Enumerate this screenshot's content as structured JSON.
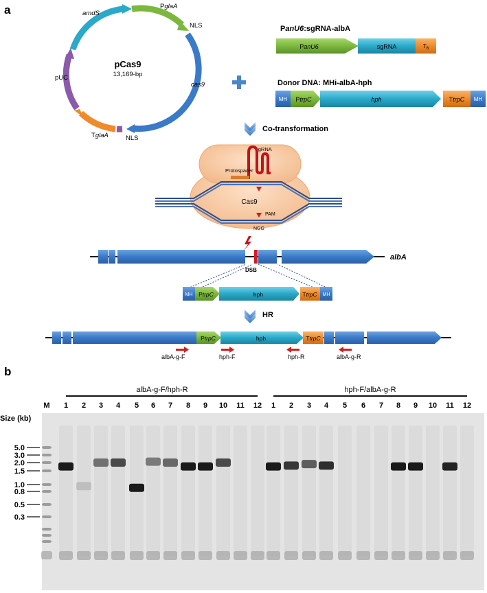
{
  "panel_a": {
    "label": "a",
    "plasmid": {
      "name": "pCas9",
      "size": "13,169-bp",
      "features": {
        "amds": "amdS",
        "pglaa_p": "P",
        "pglaa_glaa": "glaA",
        "nls_top": "NLS",
        "cas9": "cas9",
        "nls_bottom": "NLS",
        "tglaa_t": "T",
        "tglaa_glaa": "glaA",
        "puc": "pUC"
      }
    },
    "plus": "+",
    "sgrna_construct": {
      "title_p": "P",
      "title_anu6": "anU6",
      "title_rest": ":sgRNA-albA",
      "promoter_p": "P",
      "promoter_anu6": "anU6",
      "sgrna": "sgRNA",
      "terminator_t": "T",
      "terminator_sub": "6"
    },
    "donor": {
      "title": "Donor DNA: MHi-albA-hph",
      "mh_left": "MH",
      "ptrpc_p": "P",
      "ptrpc_trpc": "trpC",
      "hph": "hph",
      "ttrpc_t": "T",
      "ttrpc_trpc": "trpC",
      "mh_right": "MH"
    },
    "step_cotransformation": "Co-transformation",
    "complex": {
      "sgrna": "sgRNA",
      "protospacer": "Protospacer",
      "cas9": "Cas9",
      "pam": "PAM",
      "ngg": "NGG"
    },
    "locus": {
      "gene": "albA",
      "dsb": "DSB"
    },
    "donor_small": {
      "mh_left": "MH",
      "ptrpc_p": "P",
      "ptrpc_trpc": "trpC",
      "hph": "hph",
      "ttrpc_t": "T",
      "ttrpc_trpc": "trpC",
      "mh_right": "MH"
    },
    "step_hr": "HR",
    "recombined": {
      "ptrpc_p": "P",
      "ptrpc_trpc": "trpC",
      "hph": "hph",
      "ttrpc_t": "T",
      "ttrpc_trpc": "trpC"
    },
    "primers": [
      "albA-g-F",
      "hph-F",
      "hph-R",
      "albA-g-R"
    ]
  },
  "panel_b": {
    "label": "b",
    "size_label": "Size (kb)",
    "marker_label": "M",
    "group_left": "albA-g-F/hph-R",
    "group_right": "hph-F/albA-g-R",
    "lanes_left": [
      "1",
      "2",
      "3",
      "4",
      "5",
      "6",
      "7",
      "8",
      "9",
      "10",
      "11",
      "12"
    ],
    "lanes_right": [
      "1",
      "2",
      "3",
      "4",
      "5",
      "6",
      "7",
      "8",
      "9",
      "10",
      "11",
      "12"
    ],
    "ladder_sizes": [
      "5.0",
      "3.0",
      "2.0",
      "1.5",
      "1.0",
      "0.8",
      "0.5",
      "0.3"
    ],
    "bands_left": [
      {
        "lane": 1,
        "size_kb": 1.75,
        "intensity": 1.0
      },
      {
        "lane": 2,
        "size_kb": 0.95,
        "intensity": 0.15
      },
      {
        "lane": 3,
        "size_kb": 2.0,
        "intensity": 0.55
      },
      {
        "lane": 4,
        "size_kb": 2.0,
        "intensity": 0.75
      },
      {
        "lane": 5,
        "size_kb": 0.9,
        "intensity": 1.0
      },
      {
        "lane": 6,
        "size_kb": 2.1,
        "intensity": 0.5
      },
      {
        "lane": 7,
        "size_kb": 2.0,
        "intensity": 0.6
      },
      {
        "lane": 8,
        "size_kb": 1.75,
        "intensity": 1.0
      },
      {
        "lane": 9,
        "size_kb": 1.75,
        "intensity": 1.0
      },
      {
        "lane": 10,
        "size_kb": 2.0,
        "intensity": 0.75
      }
    ],
    "bands_right": [
      {
        "lane": 1,
        "size_kb": 1.75,
        "intensity": 1.0
      },
      {
        "lane": 2,
        "size_kb": 1.8,
        "intensity": 0.85
      },
      {
        "lane": 3,
        "size_kb": 1.9,
        "intensity": 0.65
      },
      {
        "lane": 4,
        "size_kb": 1.8,
        "intensity": 0.9
      },
      {
        "lane": 8,
        "size_kb": 1.75,
        "intensity": 1.0
      },
      {
        "lane": 9,
        "size_kb": 1.75,
        "intensity": 1.0
      },
      {
        "lane": 11,
        "size_kb": 1.75,
        "intensity": 0.95
      }
    ],
    "colors": {
      "band": "#1a1a1a",
      "gel": "#e6e6e6"
    }
  },
  "colors": {
    "blue": "#3a7ac8",
    "cyan": "#2aa9c9",
    "green": "#7cb83e",
    "orange": "#f08a2b",
    "purple": "#8a5aab",
    "dna": "#2c4a8a",
    "complex": "#f6c9a2",
    "red": "#d21e1e"
  }
}
